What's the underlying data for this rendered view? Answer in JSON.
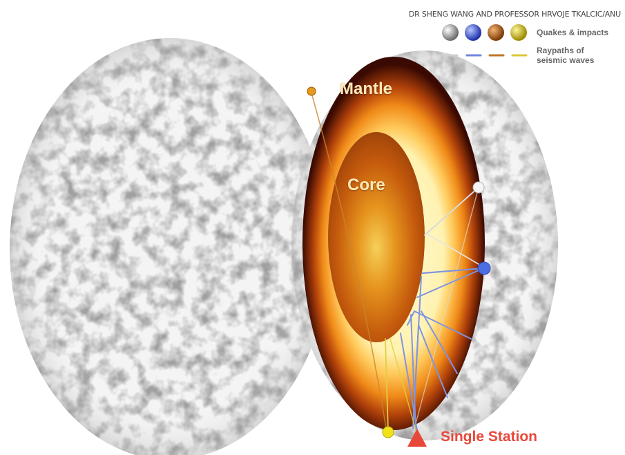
{
  "credit": "DR SHENG WANG AND PROFESSOR HRVOJE TKALCIC/ANU",
  "legend": {
    "quakes_label": "Quakes & impacts",
    "raypaths_label_line1": "Raypaths of",
    "raypaths_label_line2": "seismic waves",
    "colors": [
      "#9a9a9a",
      "#2f45c8",
      "#a0520e",
      "#c8b40a"
    ],
    "line_colors": [
      "#cfcfcf",
      "#6f86e0",
      "#c0772a",
      "#d8c93a"
    ]
  },
  "labels": {
    "mantle": "Mantle",
    "core": "Core",
    "station": "Single Station"
  },
  "colors": {
    "station": "#e8483a",
    "label": "#fde9b8"
  }
}
